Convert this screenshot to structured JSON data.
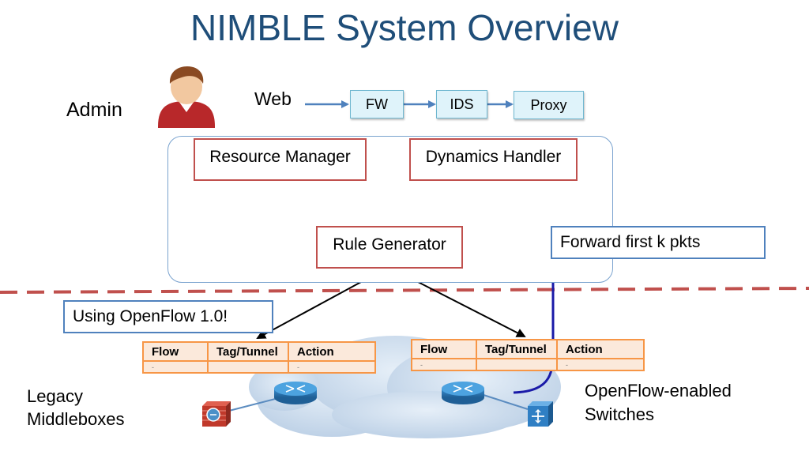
{
  "title": "NIMBLE System Overview",
  "admin_label": "Admin",
  "web_label": "Web",
  "chain": [
    "FW",
    "IDS",
    "Proxy"
  ],
  "controller": {
    "resource_manager": "Resource Manager",
    "dynamics_handler": "Dynamics Handler",
    "rule_generator": "Rule Generator"
  },
  "notes": {
    "forward": "Forward first k pkts",
    "openflow": "Using OpenFlow 1.0!"
  },
  "left_table": {
    "headers": [
      "Flow",
      "Tag/Tunnel",
      "Action"
    ],
    "row": [
      "-",
      "",
      "-"
    ]
  },
  "right_table": {
    "headers": [
      "Flow",
      "Tag/Tunnel",
      "Action"
    ],
    "row": [
      "-",
      "",
      "-"
    ]
  },
  "legacy_label": [
    "Legacy",
    "Middleboxes"
  ],
  "switches_label": [
    "OpenFlow-enabled",
    "Switches"
  ],
  "colors": {
    "title": "#1f4e79",
    "red_border": "#c0504d",
    "blue_border": "#4f81bd",
    "table_border": "#f79646",
    "dashed_line": "#c0504d"
  }
}
